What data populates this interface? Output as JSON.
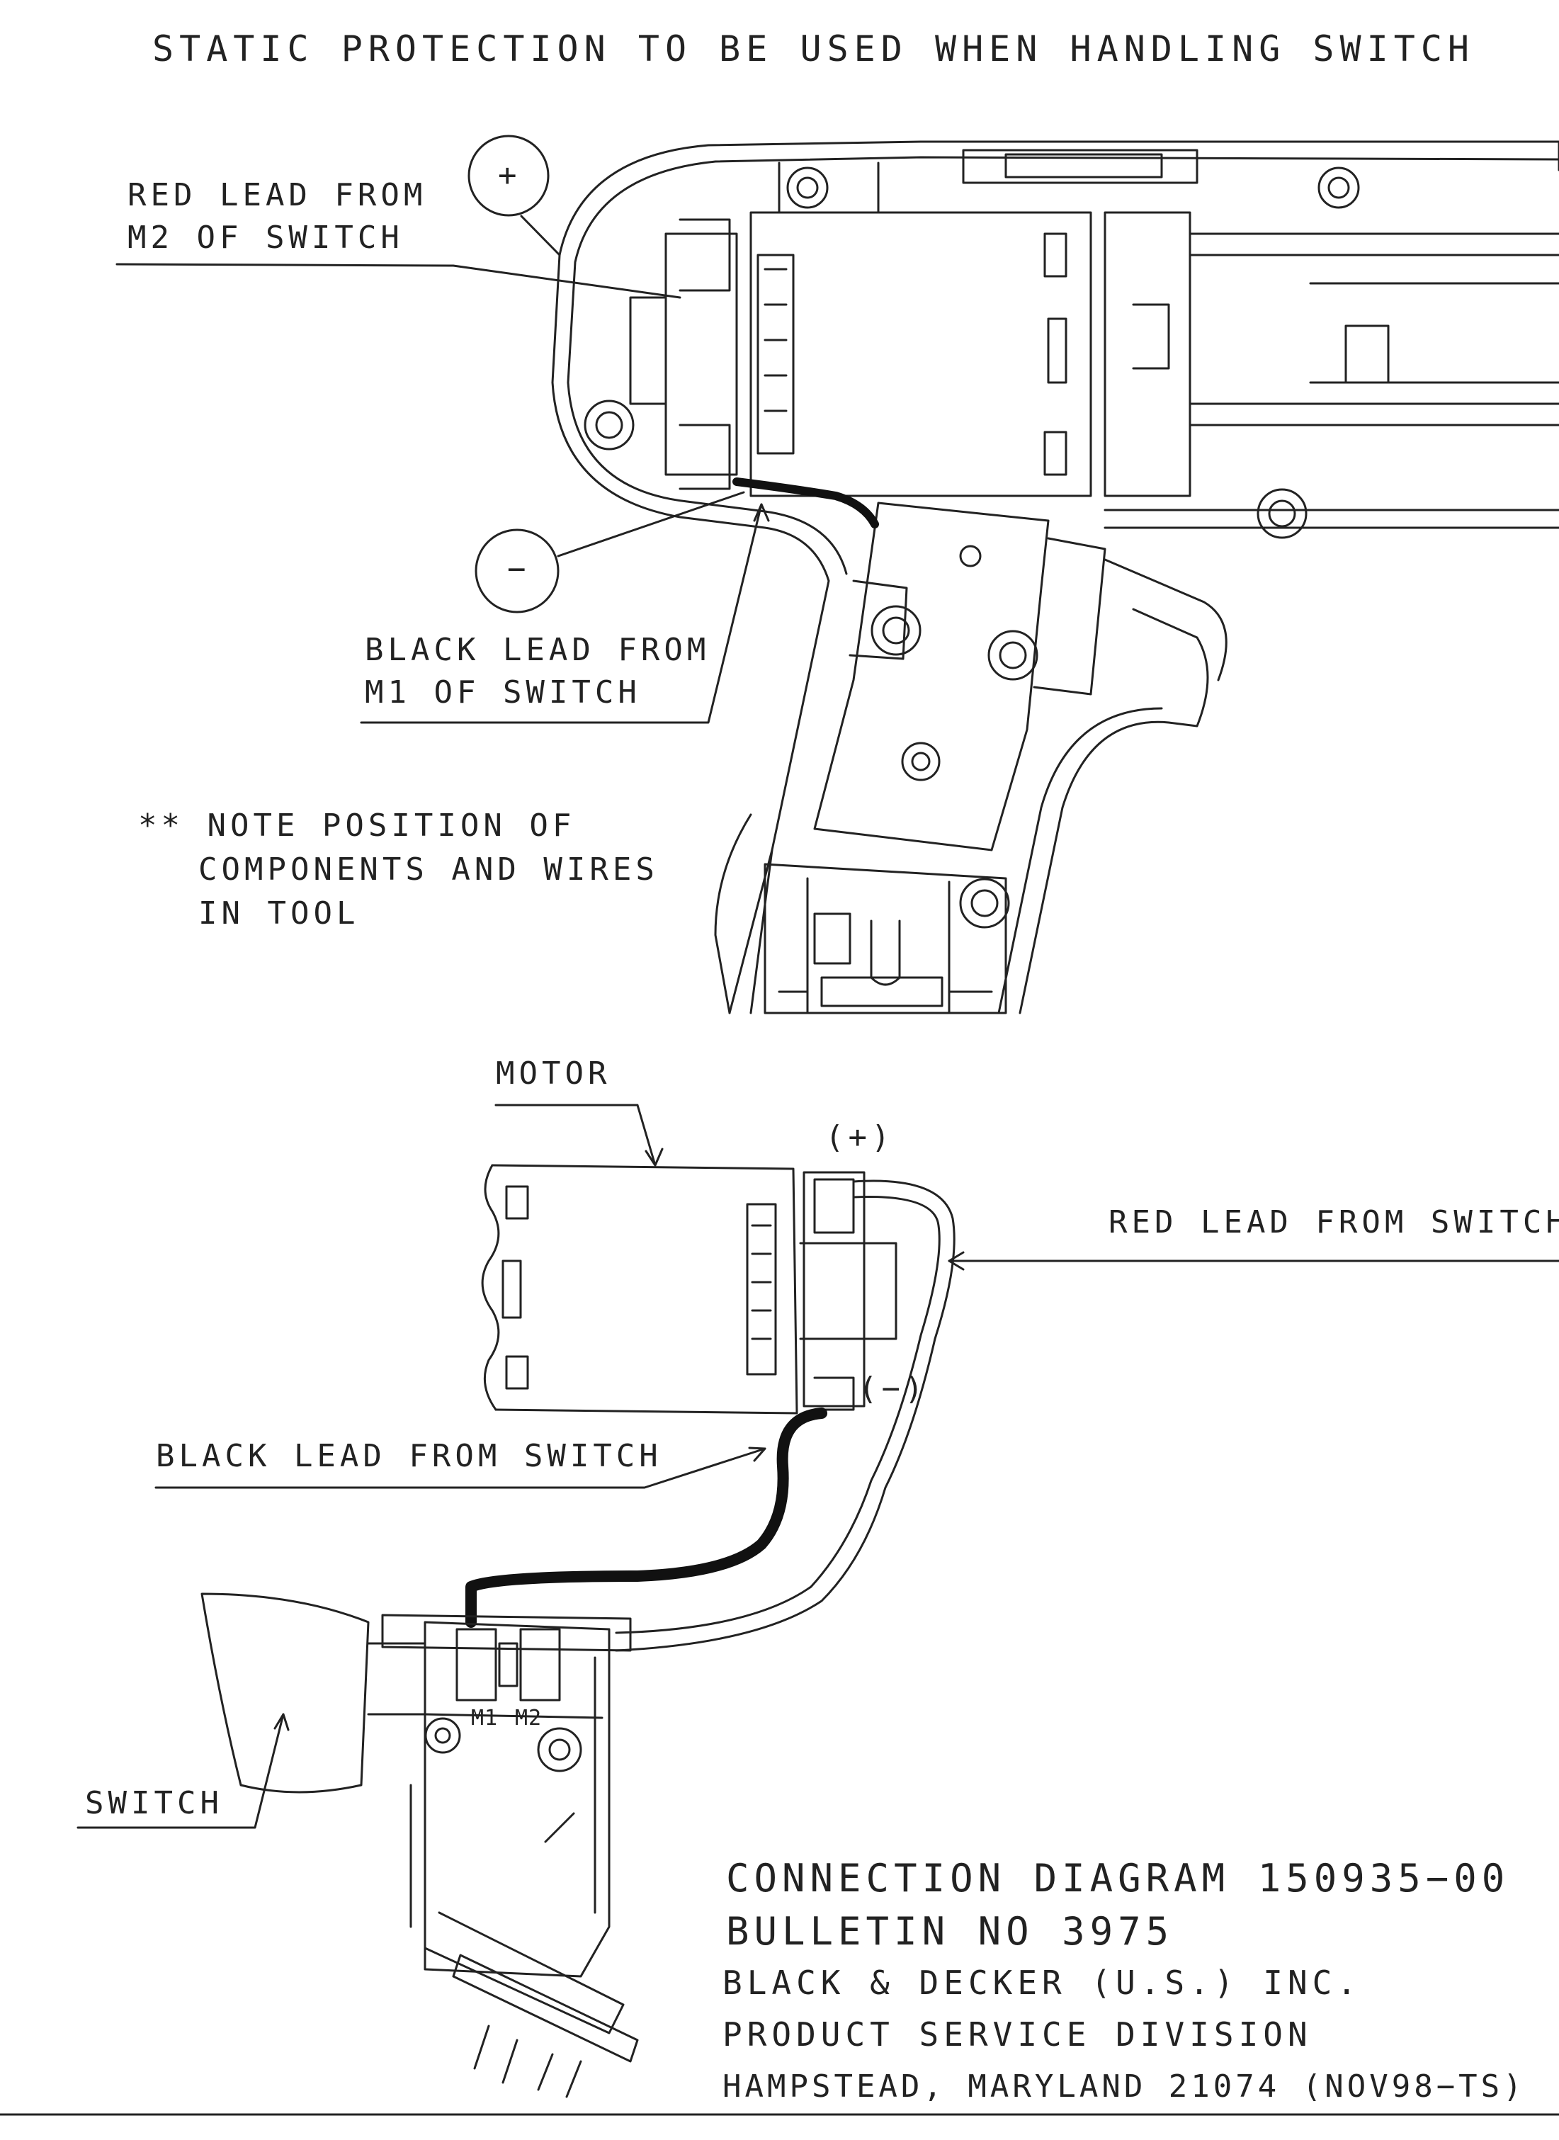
{
  "header": {
    "warning": "STATIC PROTECTION TO BE USED WHEN HANDLING SWITCH"
  },
  "top_view": {
    "red_lead_line1": "RED LEAD FROM",
    "red_lead_line2": "M2 OF SWITCH",
    "plus_symbol": "+",
    "minus_symbol": "−",
    "black_lead_line1": "BLACK LEAD FROM",
    "black_lead_line2": "M1 OF SWITCH",
    "note_line1": "** NOTE POSITION OF",
    "note_line2": "COMPONENTS AND WIRES",
    "note_line3": "IN TOOL"
  },
  "bottom_view": {
    "motor": "MOTOR",
    "plus_terminal": "(+)",
    "minus_terminal": "(−)",
    "red_lead": "RED LEAD FROM SWITCH",
    "black_lead": "BLACK LEAD FROM SWITCH",
    "switch": "SWITCH",
    "m1": "M1",
    "m2": "M2"
  },
  "title_block": {
    "line1": "CONNECTION DIAGRAM 150935−00",
    "line2": "BULLETIN NO  3975",
    "line3": "BLACK & DECKER (U.S.) INC.",
    "line4": "PRODUCT SERVICE DIVISION",
    "line5": "HAMPSTEAD, MARYLAND 21074 (NOV98−TS)"
  },
  "colors": {
    "ink": "#222222",
    "paper": "#ffffff",
    "wire_black": "#111111"
  }
}
